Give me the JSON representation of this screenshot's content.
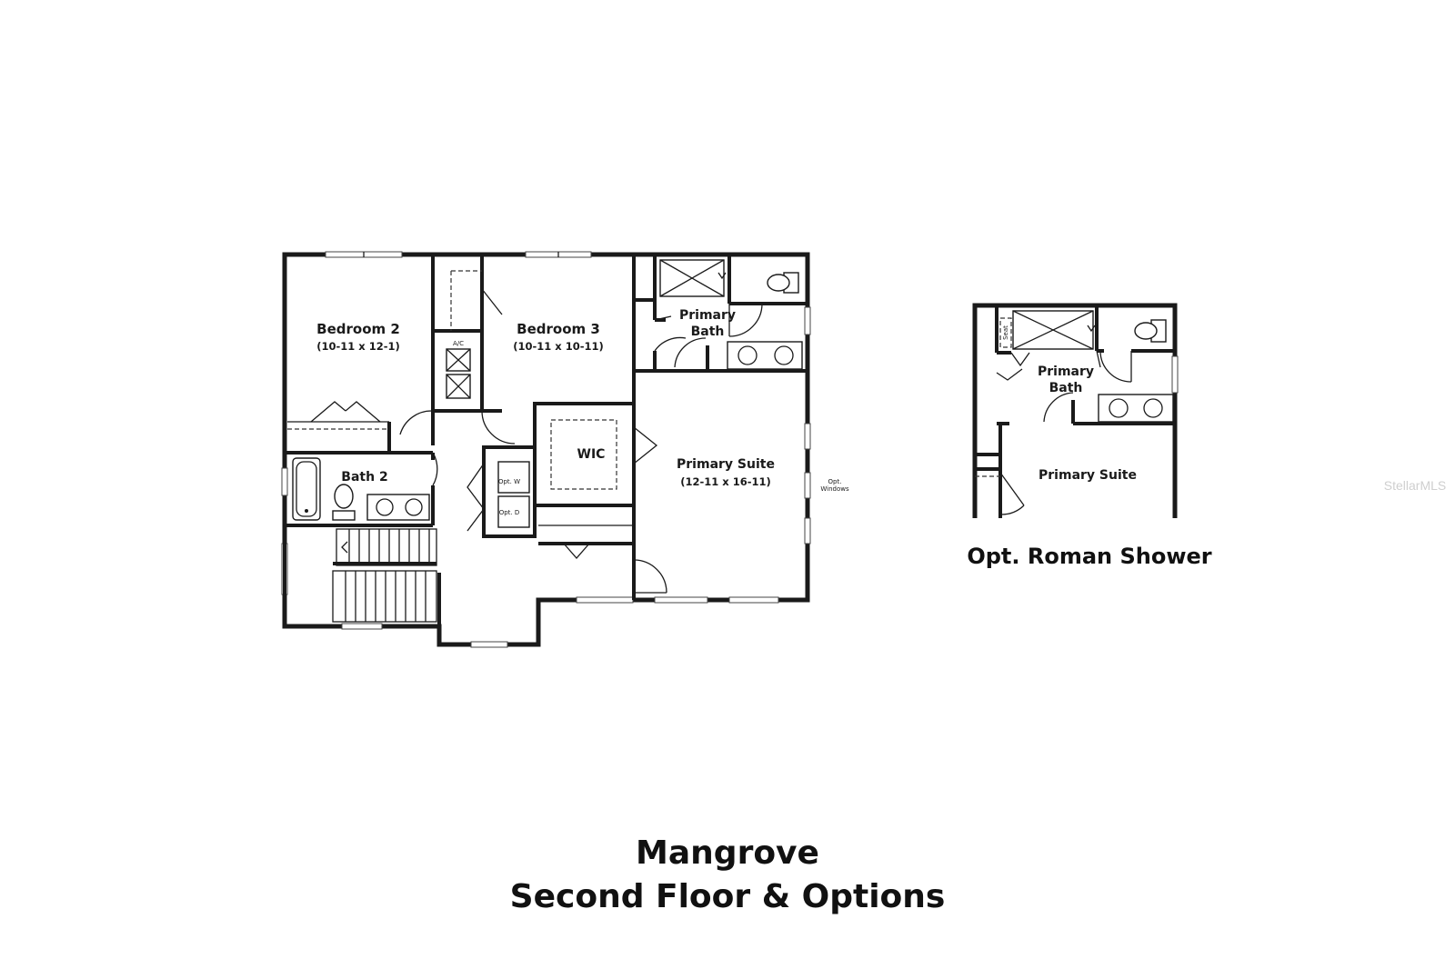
{
  "plan": {
    "rooms": [
      {
        "id": "bedroom-2",
        "label": "Bedroom 2",
        "dims": "(10-11 x 12-1)"
      },
      {
        "id": "bedroom-3",
        "label": "Bedroom 3",
        "dims": "(10-11 x 10-11)"
      },
      {
        "id": "primary-bath-1",
        "label": "Primary",
        "label2": "Bath"
      },
      {
        "id": "wic",
        "label": "WIC"
      },
      {
        "id": "primary-suite",
        "label": "Primary Suite",
        "dims": "(12-11 x 16-11)"
      },
      {
        "id": "bath-2",
        "label": "Bath 2"
      }
    ],
    "small_labels": {
      "ac": "A/C",
      "opt_windows_1": "Opt.",
      "opt_windows_2": "Windows",
      "opt_w": "Opt. W",
      "opt_d": "Opt. D"
    }
  },
  "option": {
    "primary_bath_1": "Primary",
    "primary_bath_2": "Bath",
    "primary_suite": "Primary Suite",
    "seat": "Seat",
    "title": "Opt. Roman Shower"
  },
  "footer": {
    "line1": "Mangrove",
    "line2": "Second Floor & Options"
  },
  "watermark": "StellarMLS"
}
